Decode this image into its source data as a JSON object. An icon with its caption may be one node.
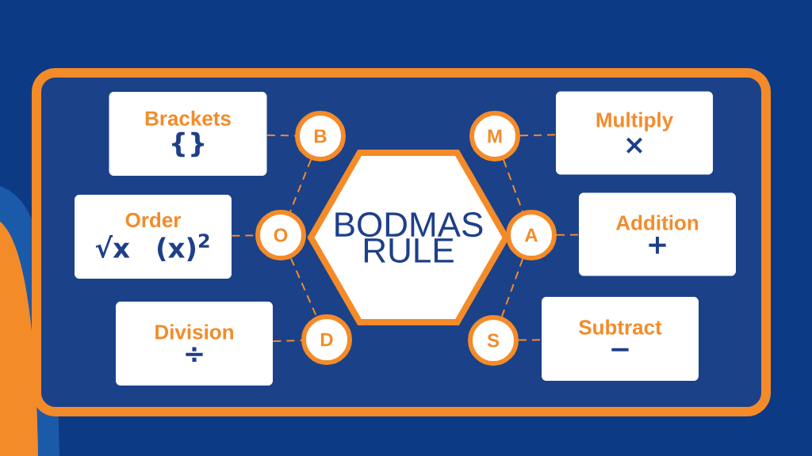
{
  "diagram": {
    "nodes": [
      {
        "text": [
          "Brackets",
          "{}"
        ]
      },
      {
        "text": [
          "B"
        ]
      },
      {
        "text": [
          "M"
        ]
      },
      {
        "text": [
          "Multiply",
          "×"
        ]
      },
      {
        "text": [
          "Order",
          "√x",
          "(x)$^{2}$"
        ]
      },
      {
        "text": [
          "O"
        ]
      },
      {
        "text": [
          "BODMAS RULE"
        ]
      },
      {
        "text": [
          "A"
        ]
      },
      {
        "text": [
          "Addition",
          "+"
        ]
      },
      {
        "text": [
          "Division",
          "÷"
        ]
      },
      {
        "text": [
          "D"
        ]
      },
      {
        "text": [
          "S"
        ]
      },
      {
        "text": [
          "Subtract",
          "−"
        ]
      }
    ],
    "edges": [
      {
        "from": 0,
        "to": 1,
        "arrow": "none",
        "style": "dashed"
      },
      {
        "from": 1,
        "to": 5,
        "arrow": "none",
        "style": "dashed"
      },
      {
        "from": 4,
        "to": 5,
        "arrow": "none",
        "style": "dashed"
      },
      {
        "from": 5,
        "to": 10,
        "arrow": "none",
        "style": "dashed"
      },
      {
        "from": 9,
        "to": 10,
        "arrow": "none",
        "style": "dashed"
      },
      {
        "from": 2,
        "to": 3,
        "arrow": "none",
        "style": "dashed"
      },
      {
        "from": 2,
        "to": 7,
        "arrow": "none",
        "style": "dashed"
      },
      {
        "from": 7,
        "to": 8,
        "arrow": "none",
        "style": "dashed"
      },
      {
        "from": 7,
        "to": 11,
        "arrow": "none",
        "style": "dashed"
      },
      {
        "from": 11,
        "to": 12,
        "arrow": "none",
        "style": "dashed"
      }
    ]
  }
}
